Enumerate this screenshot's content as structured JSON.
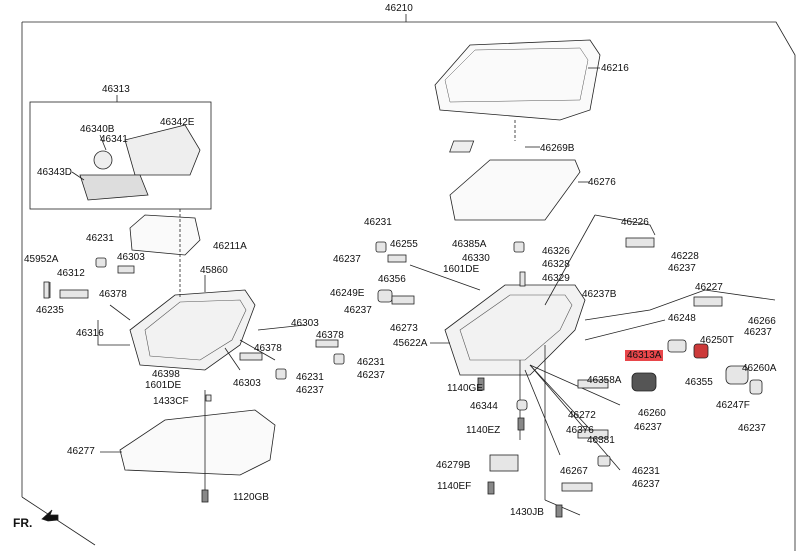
{
  "diagram": {
    "labels": {
      "top": "46210",
      "p46216": "46216",
      "p46313": "46313",
      "p46340B": "46340B",
      "p46341": "46341",
      "p46342E": "46342E",
      "p46343D": "46343D",
      "p46211A": "46211A",
      "p46269B": "46269B",
      "p46276": "46276",
      "p46226": "46226",
      "p46228": "46228",
      "p46237_a": "46237",
      "p46231_a": "46231",
      "p46237_b": "46237",
      "p46255": "46255",
      "p46356": "46356",
      "p46237_c": "46237",
      "p46249E": "46249E",
      "p46273": "46273",
      "p45622A": "45622A",
      "p46385A": "46385A",
      "p46326": "46326",
      "p46330": "46330",
      "p46328": "46328",
      "p1601DE_a": "1601DE",
      "p46329": "46329",
      "p46237B": "46237B",
      "p46227": "46227",
      "p46266": "46266",
      "p46237_d": "46237",
      "p46248": "46248",
      "p46250T": "46250T",
      "p46313A": "46313A",
      "p46355": "46355",
      "p46260A": "46260A",
      "p46247F": "46247F",
      "p46237_e": "46237",
      "p45952A": "45952A",
      "p46312": "46312",
      "p46235": "46235",
      "p46231_b": "46231",
      "p46303_a": "46303",
      "p46378_a": "46378",
      "p45860": "45860",
      "p46316": "46316",
      "p46303_b": "46303",
      "p46378_b": "46378",
      "p46231_c": "46231",
      "p46237_f": "46237",
      "p46378_c": "46378",
      "p46398": "46398",
      "p1601DE_b": "1601DE",
      "p46303_c": "46303",
      "p46231_d": "46231",
      "p46237_g": "46237",
      "p1433CF": "1433CF",
      "p1140GE": "1140GE",
      "p46358A": "46358A",
      "p46344": "46344",
      "p46272": "46272",
      "p46260": "46260",
      "p1140EZ": "1140EZ",
      "p46237_h": "46237",
      "p46376": "46376",
      "p46381": "46381",
      "p46277": "46277",
      "p46279B": "46279B",
      "p46231_e": "46231",
      "p46267": "46267",
      "p46237_i": "46237",
      "p1140EF": "1140EF",
      "p1120GB": "1120GB",
      "p1430JB": "1430JB",
      "fr": "FR."
    },
    "highlight_color": "#e8464a"
  }
}
